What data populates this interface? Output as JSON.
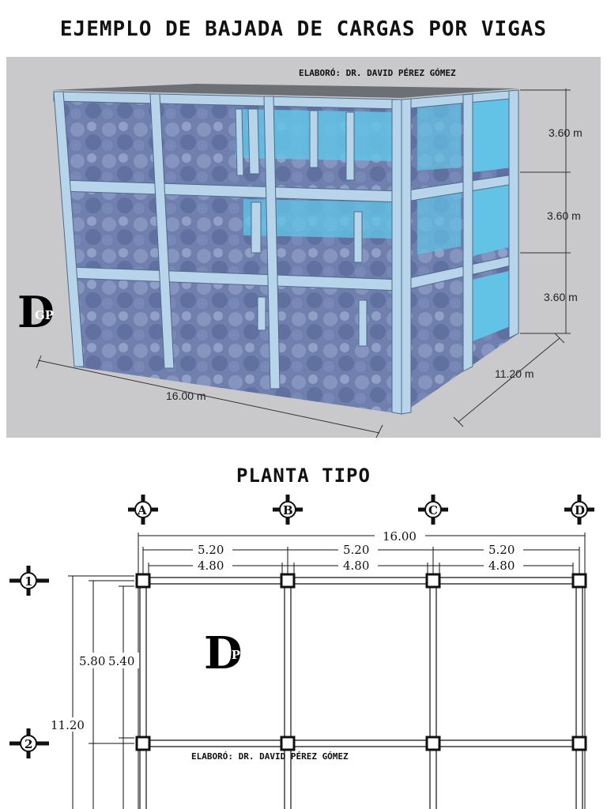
{
  "title": "EJEMPLO DE BAJADA DE CARGAS POR VIGAS",
  "credit": "ELABORÓ: DR. DAVID PÉREZ GÓMEZ",
  "logo": {
    "letters_main": "D",
    "letters_sub": "GP"
  },
  "render": {
    "floor_heights": [
      "3.60 m",
      "3.60 m",
      "3.60 m"
    ],
    "length": "16.00 m",
    "width": "11.20 m"
  },
  "plan": {
    "title": "PLANTA TIPO",
    "axes_letters": [
      "A",
      "B",
      "C",
      "D"
    ],
    "axes_numbers": [
      "1",
      "2"
    ],
    "total_length": "16.00",
    "spans_axis": [
      "5.20",
      "5.20",
      "5.20"
    ],
    "spans_clear": [
      "4.80",
      "4.80",
      "4.80"
    ],
    "total_width": "11.20",
    "bay_axis": "5.80",
    "bay_clear": "5.40"
  },
  "colors": {
    "render_bg": "#c9c9cb",
    "glass": "#63c3e6",
    "wall": "#6f7fae",
    "frame": "#b7d4ea"
  }
}
